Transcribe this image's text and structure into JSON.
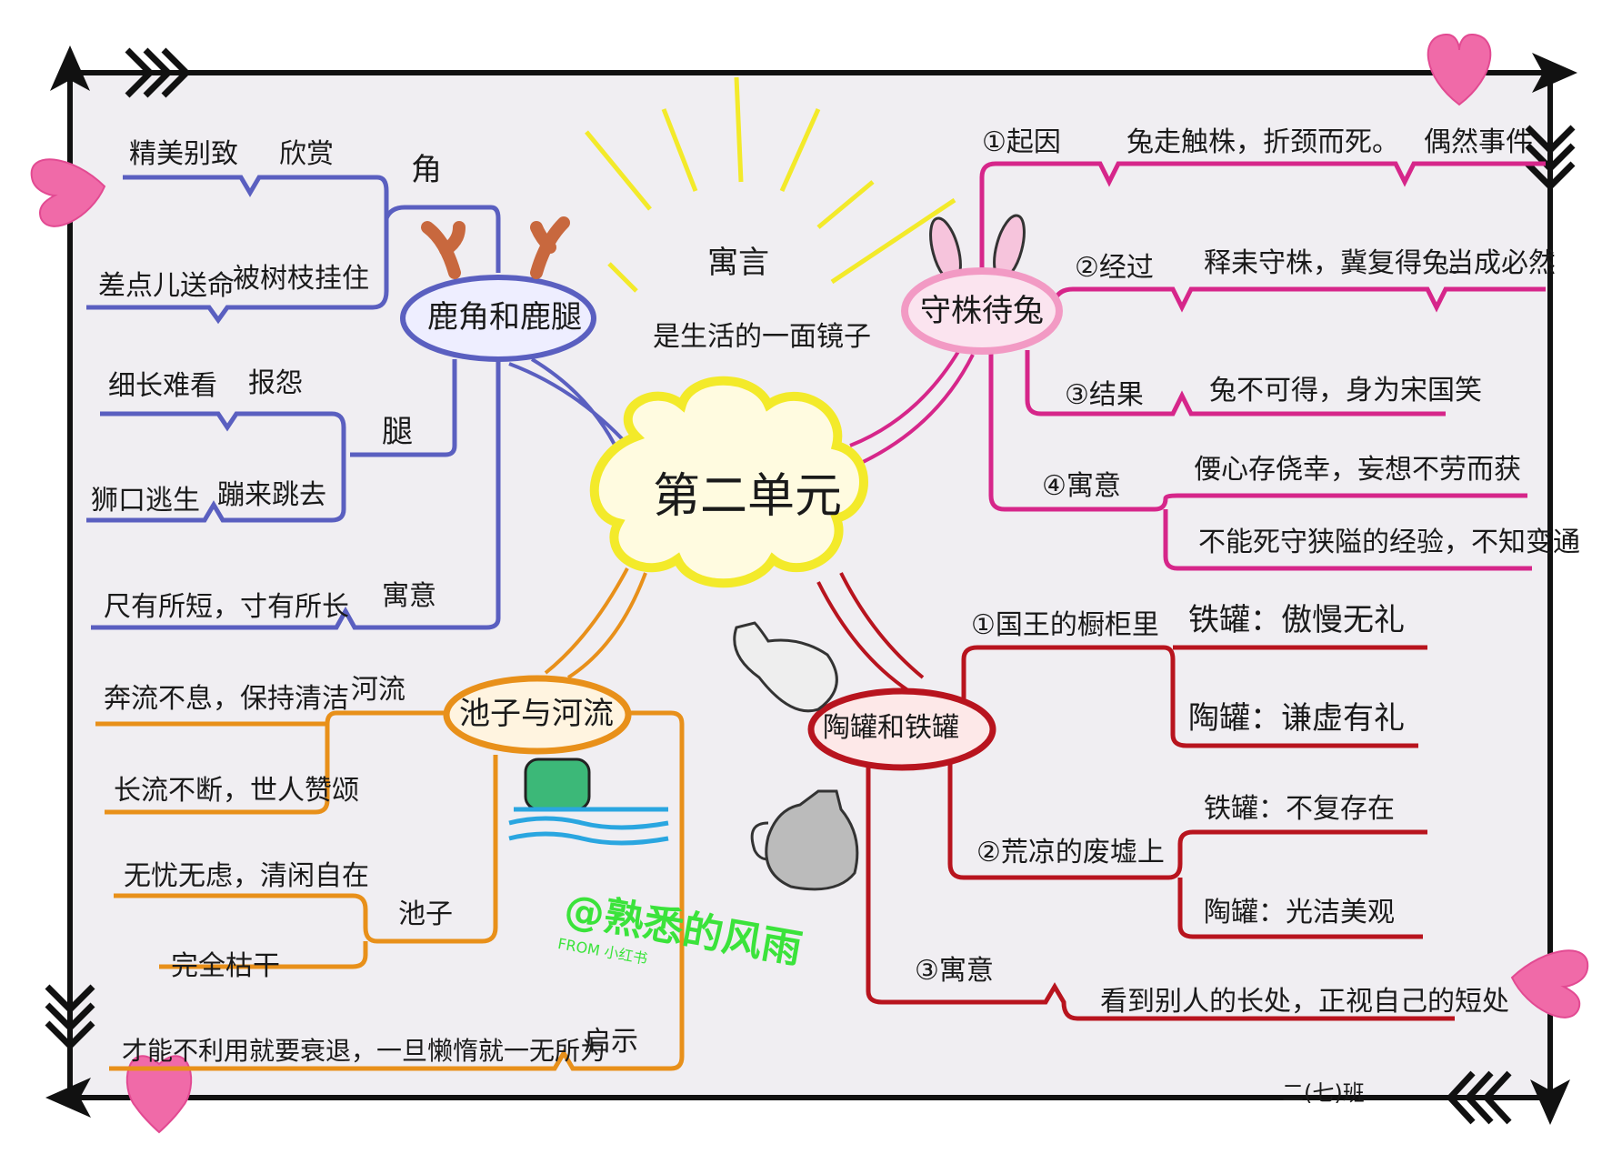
{
  "center": {
    "title": "第二单元",
    "top_label": "寓言",
    "top_sub": "是生活的一面镜子"
  },
  "branch_deer": {
    "title": "鹿角和鹿腿",
    "horn": {
      "label": "角",
      "items": [
        "精美别致",
        "欣赏",
        "被树枝挂住",
        "差点儿送命"
      ]
    },
    "leg": {
      "label": "腿",
      "items": [
        "细长难看",
        "报怨",
        "蹦来跳去",
        "狮口逃生"
      ]
    },
    "moral": {
      "label": "寓意",
      "text": "尺有所短，寸有所长"
    }
  },
  "branch_rabbit": {
    "title": "守株待兔",
    "cause": {
      "label": "①起因",
      "text": "兔走触株，折颈而死。",
      "note": "偶然事件"
    },
    "process": {
      "label": "②经过",
      "text": "释耒守株，冀复得兔。",
      "note": "当成必然"
    },
    "result": {
      "label": "③结果",
      "text": "兔不可得，身为宋国笑"
    },
    "moral": {
      "label": "④寓意",
      "items": [
        "偠心存侥幸，妄想不劳而获",
        "不能死守狭隘的经验，不知变通"
      ]
    }
  },
  "branch_jars": {
    "title": "陶罐和铁罐",
    "cupboard": {
      "label": "①国王的橱柜里",
      "items": [
        "铁罐：傲慢无礼",
        "陶罐：谦虚有礼"
      ]
    },
    "ruins": {
      "label": "②荒凉的废墟上",
      "items": [
        "铁罐：不复存在",
        "陶罐：光洁美观"
      ]
    },
    "moral": {
      "label": "③寓意",
      "text": "看到别人的长处，正视自己的短处"
    }
  },
  "branch_pond": {
    "title": "池子与河流",
    "river": {
      "label": "河流",
      "items": [
        "奔流不息，保持清洁",
        "长流不断，世人赞颂"
      ]
    },
    "pond": {
      "label": "池子",
      "items": [
        "无忧无虑，清闲自在",
        "完全枯干"
      ]
    },
    "lesson": {
      "label": "启示",
      "text": "才能不利用就要衰退，一旦懒惰就一无所为"
    }
  },
  "footer": {
    "class_name": "二(七)班"
  },
  "watermark": {
    "text": "@熟悉的风雨",
    "sub": "FROM 小红书"
  },
  "colors": {
    "deer": "#5a5fc0",
    "rabbit": "#d6268a",
    "jars": "#b8141e",
    "pond": "#e8901a",
    "center": "#f3ea2a",
    "heart": "#f06aa8"
  }
}
